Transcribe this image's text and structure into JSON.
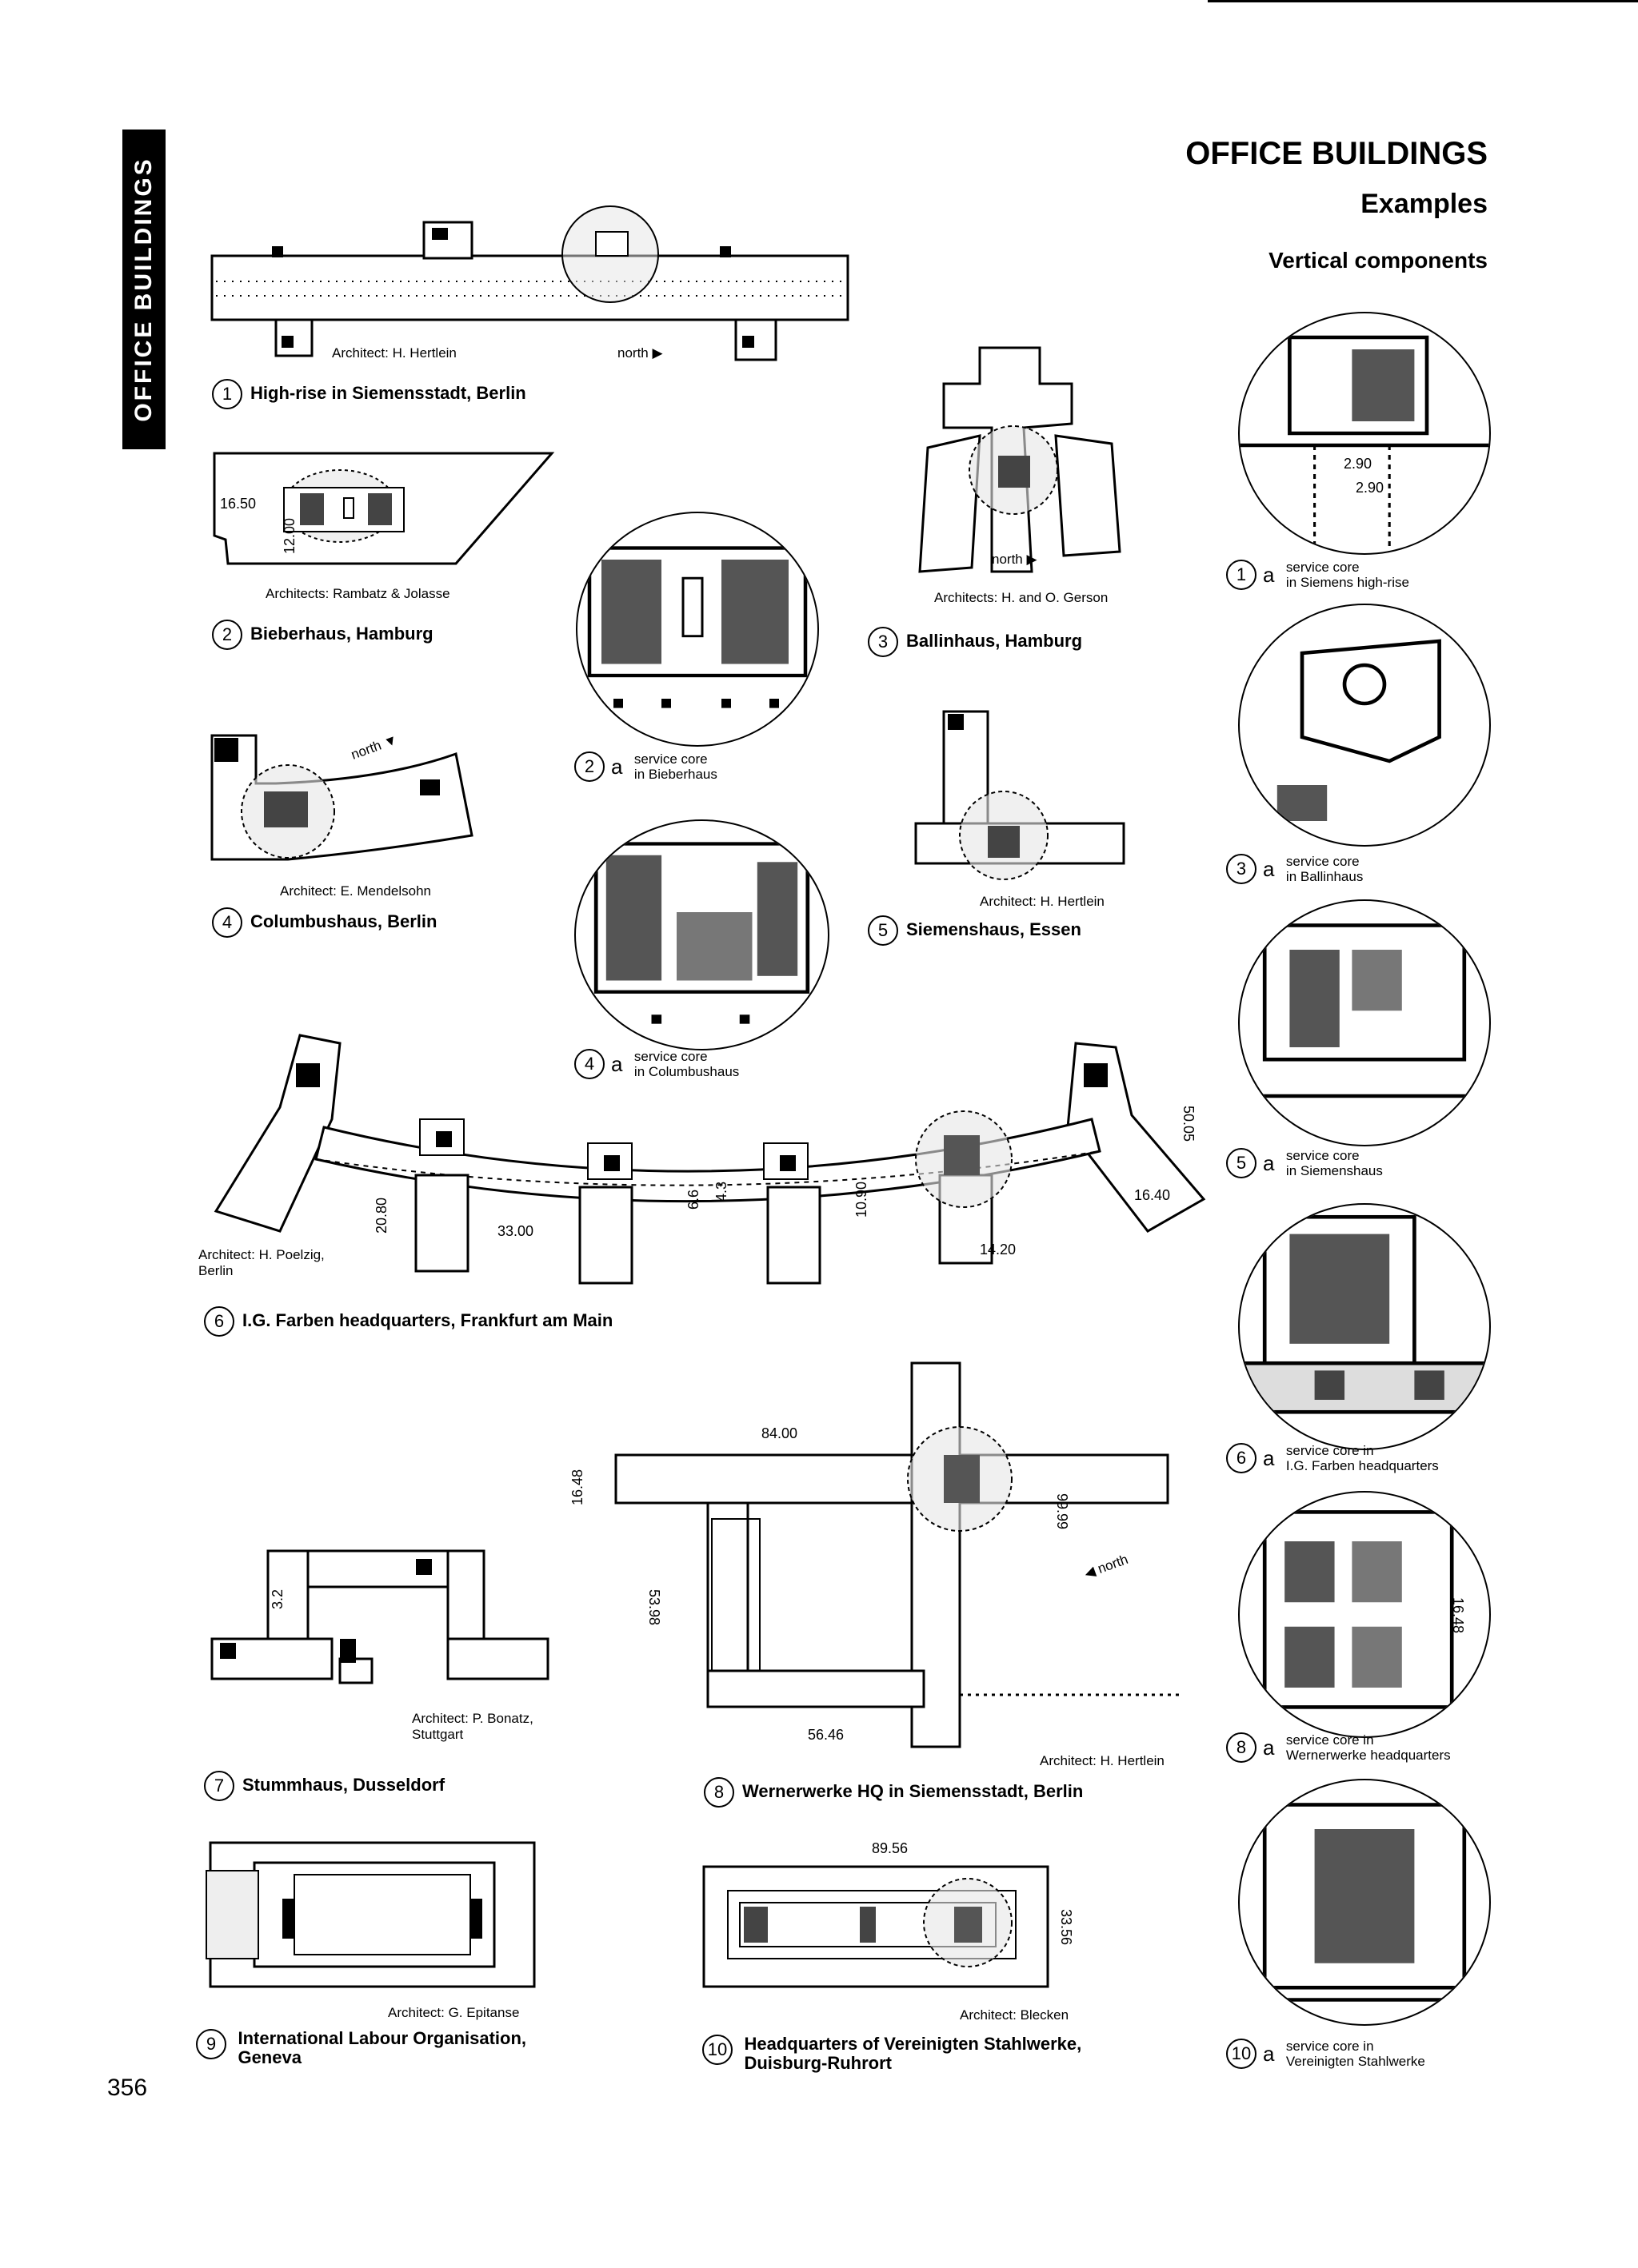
{
  "page": {
    "side_tab": "OFFICE BUILDINGS",
    "title": "OFFICE BUILDINGS",
    "subtitle": "Examples",
    "section": "Vertical components",
    "page_number": "356"
  },
  "examples": [
    {
      "num": "1",
      "title": "High-rise in Siemensstadt, Berlin",
      "architect": "Architect: H. Hertlein",
      "north": "north"
    },
    {
      "num": "2",
      "title": "Bieberhaus, Hamburg",
      "architect": "Architects: Rambatz & Jolasse",
      "dims": [
        "16.50",
        "12.00"
      ]
    },
    {
      "num": "3",
      "title": "Ballinhaus, Hamburg",
      "architect": "Architects: H. and O. Gerson",
      "north": "north"
    },
    {
      "num": "4",
      "title": "Columbushaus, Berlin",
      "architect": "Architect: E. Mendelsohn",
      "north": "north"
    },
    {
      "num": "5",
      "title": "Siemenshaus, Essen",
      "architect": "Architect: H. Hertlein"
    },
    {
      "num": "6",
      "title": "I.G. Farben headquarters, Frankfurt am Main",
      "architect": "Architect: H. Poelzig,",
      "architect2": "Berlin",
      "dims": [
        "20.80",
        "33.00",
        "6.6",
        "4.3",
        "10.90",
        "14.20",
        "16.40",
        "50.05"
      ]
    },
    {
      "num": "7",
      "title": "Stummhaus, Dusseldorf",
      "architect": "Architect: P. Bonatz,",
      "architect2": "Stuttgart",
      "dims": [
        "3.2"
      ]
    },
    {
      "num": "8",
      "title": "Wernerwerke HQ in Siemensstadt, Berlin",
      "architect": "Architect: H. Hertlein",
      "north": "north",
      "dims": [
        "84.00",
        "16.48",
        "99.99",
        "53.98",
        "56.46"
      ]
    },
    {
      "num": "9",
      "title": "International Labour Organisation,",
      "title2": "Geneva",
      "architect": "Architect: G. Epitanse"
    },
    {
      "num": "10",
      "title": "Headquarters of Vereinigten Stahlwerke,",
      "title2": "Duisburg-Ruhrort",
      "architect": "Architect: Blecken",
      "dims": [
        "89.56",
        "33.56"
      ]
    }
  ],
  "details": [
    {
      "num": "1",
      "letter": "a",
      "line1": "service core",
      "line2": "in Siemens high-rise",
      "dims": [
        "2.90",
        "2.90"
      ]
    },
    {
      "num": "2",
      "letter": "a",
      "line1": "service core",
      "line2": "in Bieberhaus"
    },
    {
      "num": "3",
      "letter": "a",
      "line1": "service core",
      "line2": "in Ballinhaus"
    },
    {
      "num": "4",
      "letter": "a",
      "line1": "service core",
      "line2": "in Columbushaus"
    },
    {
      "num": "5",
      "letter": "a",
      "line1": "service core",
      "line2": "in Siemenshaus"
    },
    {
      "num": "6",
      "letter": "a",
      "line1": "service core in",
      "line2": "I.G. Farben headquarters"
    },
    {
      "num": "8",
      "letter": "a",
      "line1": "service core in",
      "line2": "Wernerwerke headquarters",
      "dims": [
        "16.48"
      ]
    },
    {
      "num": "10",
      "letter": "a",
      "line1": "service core in",
      "line2": "Vereinigten Stahlwerke"
    }
  ]
}
